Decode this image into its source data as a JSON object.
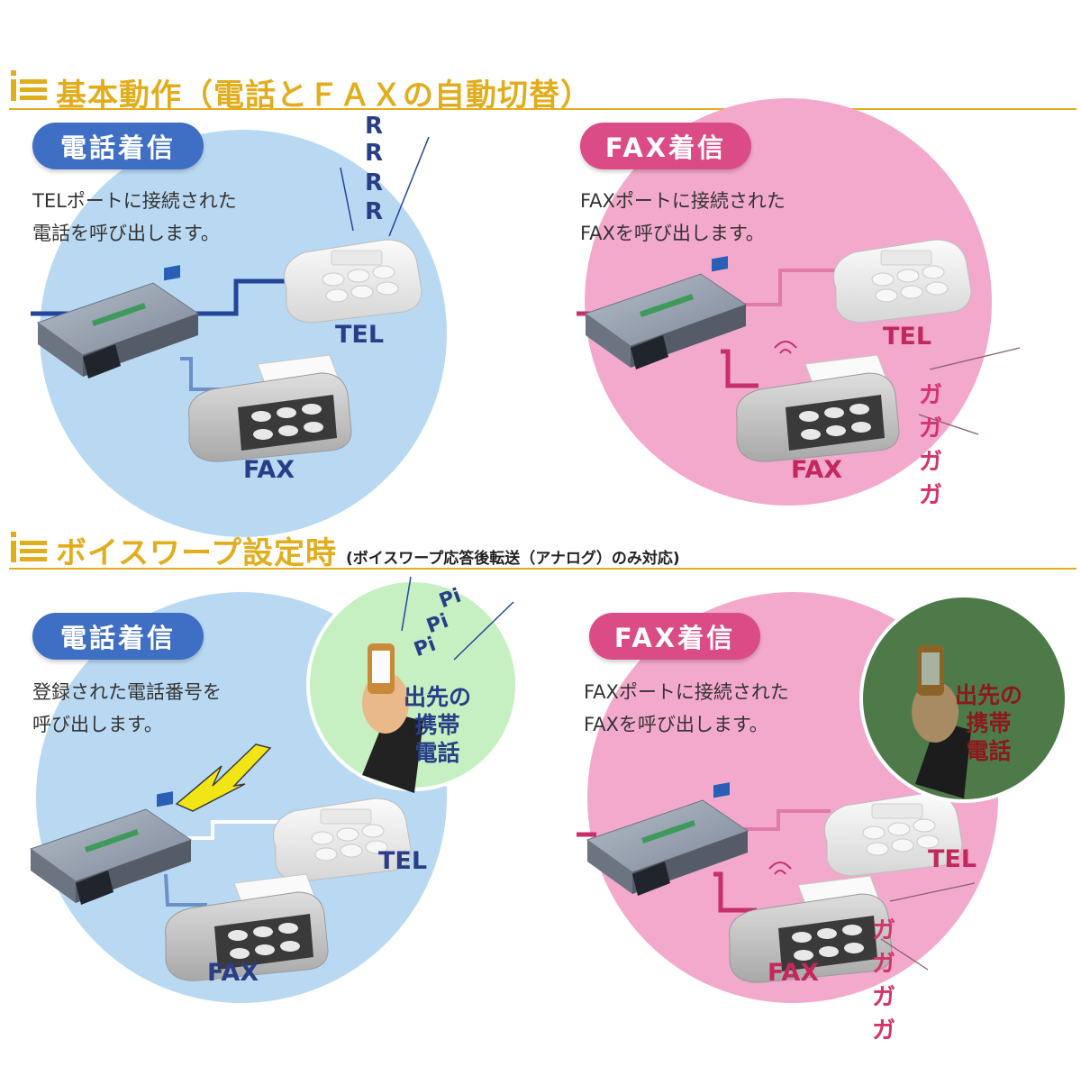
{
  "sections": [
    {
      "title": "基本動作（電話とＦＡＸの自動切替）",
      "subtitle": ""
    },
    {
      "title": "ボイスワープ設定時",
      "subtitle": "(ボイスワープ応答後転送（アナログ）のみ対応)"
    }
  ],
  "panels": {
    "basic_tel": {
      "badge": "電話着信",
      "description": "TELポートに接続された\n電話を呼び出します。",
      "sound": [
        "R",
        "R",
        "R",
        "R"
      ],
      "tel_label": "TEL",
      "fax_label": "FAX"
    },
    "basic_fax": {
      "badge": "FAX着信",
      "description": "FAXポートに接続された\nFAXを呼び出します。",
      "sound": "ガガガガ",
      "tel_label": "TEL",
      "fax_label": "FAX"
    },
    "warp_tel": {
      "badge": "電話着信",
      "description": "登録された電話番号を\n呼び出します。",
      "sound": [
        "Pi",
        "Pi",
        "Pi"
      ],
      "callout": "出先の\n携帯\n電話",
      "tel_label": "TEL",
      "fax_label": "FAX"
    },
    "warp_fax": {
      "badge": "FAX着信",
      "description": "FAXポートに接続された\nFAXを呼び出します。",
      "sound": "ガガガガ",
      "callout": "出先の\n携帯\n電話",
      "tel_label": "TEL",
      "fax_label": "FAX"
    }
  },
  "colors": {
    "accent_gold": "#e2ad1c",
    "blue_circle": "#b9d9f3",
    "pink_circle": "#f3a9cc",
    "green_circle": "#c6f0c2",
    "darkgreen_circle": "#4e7a4a",
    "blue_line": "#24459a",
    "pink_line": "#c62f6a"
  }
}
